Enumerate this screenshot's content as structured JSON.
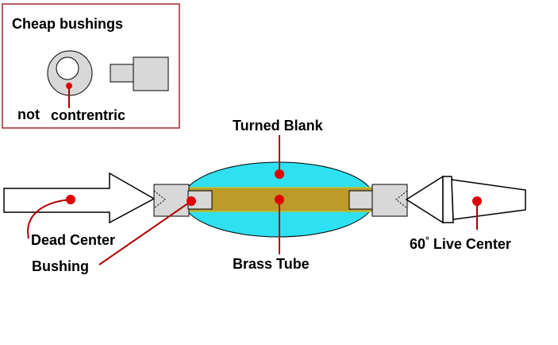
{
  "inset": {
    "title": "Cheap bushings",
    "label_not": "not",
    "label_contrentric": "contrentric"
  },
  "labels": {
    "turned_blank": "Turned Blank",
    "brass_tube": "Brass Tube",
    "dead_center": "Dead Center",
    "bushing": "Bushing",
    "live_center_prefix": "60",
    "live_center_degree": "°",
    "live_center_suffix": " Live Center"
  },
  "colors": {
    "inset_border": "#a0262a",
    "blank_fill": "#2ee0f0",
    "brass_fill": "#bd9a2a",
    "brass_edge": "#a9c24a",
    "bushing_fill": "#d8d8d8",
    "center_fill": "#ffffff",
    "marker_red": "#e00000",
    "leader_line": "#b00000",
    "outline": "#000000"
  }
}
